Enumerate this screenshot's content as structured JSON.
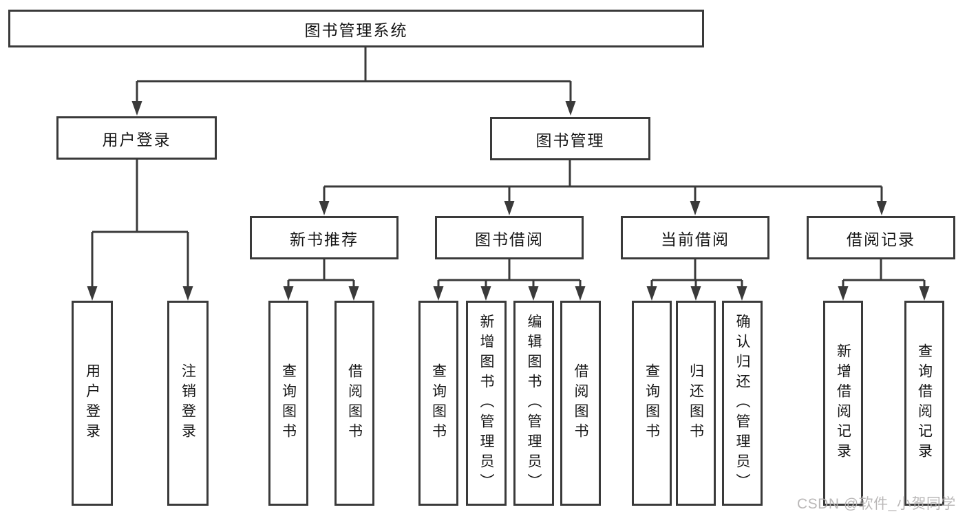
{
  "colors": {
    "line": "#3a3a3a",
    "text": "#161616",
    "watermark": "#b5b2b2",
    "background": "#ffffff"
  },
  "watermark": "CSDN @软件_小贺同学",
  "tree": {
    "label": "图书管理系统",
    "children": [
      {
        "label": "用户登录",
        "children": [
          {
            "label": "用户登录"
          },
          {
            "label": "注销登录"
          }
        ]
      },
      {
        "label": "图书管理",
        "children": [
          {
            "label": "新书推荐",
            "children": [
              {
                "label": "查询图书"
              },
              {
                "label": "借阅图书"
              }
            ]
          },
          {
            "label": "图书借阅",
            "children": [
              {
                "label": "查询图书"
              },
              {
                "label": "新增图书（管理员）"
              },
              {
                "label": "编辑图书（管理员）"
              },
              {
                "label": "借阅图书"
              }
            ]
          },
          {
            "label": "当前借阅",
            "children": [
              {
                "label": "查询图书"
              },
              {
                "label": "归还图书"
              },
              {
                "label": "确认归还（管理员）"
              }
            ]
          },
          {
            "label": "借阅记录",
            "children": [
              {
                "label": "新增借阅记录"
              },
              {
                "label": "查询借阅记录"
              }
            ]
          }
        ]
      }
    ]
  }
}
